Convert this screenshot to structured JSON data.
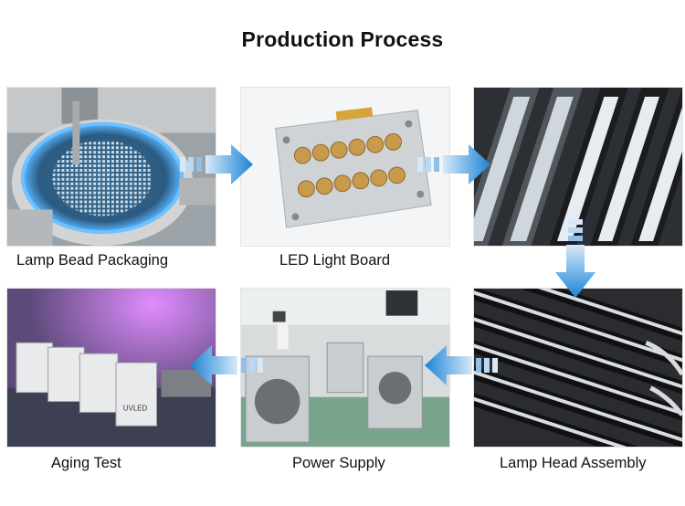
{
  "title": "Production Process",
  "steps": [
    {
      "label": "Lamp Bead Packaging"
    },
    {
      "label": "LED Light Board"
    },
    {
      "label": "Lamp Head Assembly"
    },
    {
      "label": "Power Supply"
    },
    {
      "label": "Aging Test"
    }
  ],
  "unit_badge": "UVLED",
  "colors": {
    "arrow_light": "#d7e9f8",
    "arrow_dark": "#1b84d6",
    "glow_blue": "#4aa3ff",
    "glow_purple": "#c04cff"
  },
  "icons": [
    "flow-arrow-right",
    "flow-arrow-down",
    "flow-arrow-left"
  ]
}
